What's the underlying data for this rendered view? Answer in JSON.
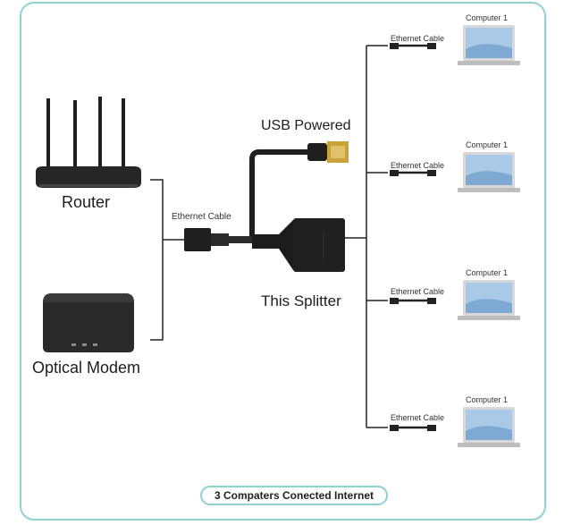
{
  "labels": {
    "router": "Router",
    "modem": "Optical Modem",
    "ethernet_main": "Ethernet Cable",
    "usb": "USB Powered",
    "splitter": "This Splitter"
  },
  "computers": [
    {
      "name": "Computer 1",
      "cable": "Ethernet Cable"
    },
    {
      "name": "Computer 1",
      "cable": "Ethernet Cable"
    },
    {
      "name": "Computer 1",
      "cable": "Ethernet Cable"
    },
    {
      "name": "Computer 1",
      "cable": "Ethernet Cable"
    }
  ],
  "caption": "3 Compaters Conected Internet",
  "colors": {
    "frame": "#8fd1d3",
    "line": "#222222",
    "device": "#1f1f1f",
    "usb_gold": "#c9a23a",
    "screen": "#a9c9e6"
  }
}
